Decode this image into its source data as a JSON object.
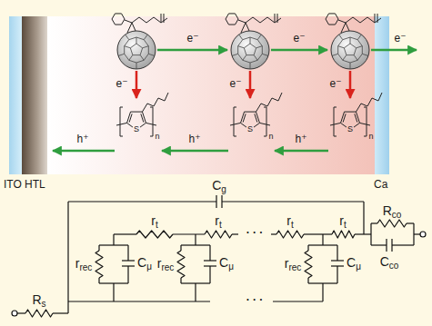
{
  "diagram": {
    "nodes": [
      {
        "text": [
          "ITO"
        ]
      },
      {
        "text": [
          "HTL"
        ]
      },
      {
        "text": [
          "Ca"
        ]
      }
    ],
    "labels": [
      "e⁻",
      "e⁻",
      "e⁻",
      "e⁻",
      "e⁻",
      "e⁻",
      "h⁺",
      "h⁺",
      "h⁺",
      "S",
      "S",
      "S",
      "n",
      "n",
      "n",
      "Cg",
      "rt",
      "rt",
      "rt",
      "rt",
      "rrec",
      "rrec",
      "rrec",
      "Cμ",
      "Cμ",
      "Cμ",
      "Rco",
      "Cco",
      "Rs",
      "· · ·",
      "· · ·"
    ]
  }
}
